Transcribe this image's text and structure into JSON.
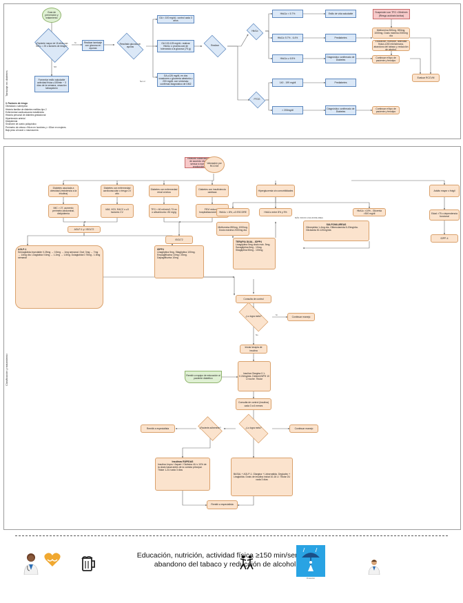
{
  "top": {
    "lane_title": "Tamizaje en diabetes",
    "start": "Guía de prevención y tratamiento",
    "q_age": "¿Paciente mayor de 18 años con IMC≥ = 25 o factores de riesgo?",
    "yes": "Sí",
    "no": "NO",
    "lifestyle": "Fomentar estilo saludable actividad física ≥150min ~ 3 días de la semana, cesación tabaquismo",
    "screen": "Realizar tamizaje con glucosa en ayunas",
    "q_result": "Resultado glucosa en ayunas",
    "r1": "GA < 100 mg/dL: control cada 3 años",
    "r2": "GA 100-125 mg/dL: realizar HbA1c o prueba oral de tolerancia a la glucosa (75 g)",
    "r3": "GA ≥126 mg/dL en dos ocasiones o glucemia aleatoria ≥ 200 mg/dL con síntomas: confirmar diagnóstico de DM2",
    "item2": "Ítem 2",
    "q_tests": "Realizar",
    "hba1c": "HbA1c",
    "ptog": "PTOG",
    "h1": "HbA1c < 5.7%",
    "h2": "HbA1c 5.7% - 6.4%",
    "h3": "HbA1c ≥ 6.5%",
    "p1": "140 - 199 mg/dl",
    "p2": "> 200mg/dl",
    "o1": "Estilo de vida saludable",
    "o2": "Prediabetes",
    "o3": "Diagnóstico confirmado de Diabetes",
    "o4": "Prediabetes",
    "o5": "Diagnóstico confirmado de Diabetes",
    "susp": "Suspender con TFG <30ml/min (Riesgo acidosis láctica)",
    "metf": "Metformina 500mg, 850mg, 1000mg. Dosis máxima 2000mg día",
    "edu": "Educación, nutrición, actividad física ≥150 min/semana, abandono del tabaco y reducción de alcohol.",
    "cont1": "Continuar el tipo de paciente y fenotipo",
    "cont2": "Continuar el tipo de paciente y fenotipo",
    "rcv": "Evaluar RCCVM",
    "risk_title": "3. Factores de riesgo",
    "risks": [
      "Obesidad o sobrepeso",
      "Historia familiar de diabetes mellitus tipo 2",
      "Enfermedad cardiovascular establecida",
      "Historia personal de diabetes gestacional",
      "Hipertensión arterial",
      "Dislipidemia",
      "Síndrome de ovario poliquístico",
      "Perímetro de cintura >94cm en hombres y > 80cm en mujeres",
      "Bajo peso al nacer o macrosomía"
    ]
  },
  "mid": {
    "lane_title": "Clasificación y tratamiento",
    "note": "Realizar clasificación de acuerdo nivel, sensor a nuevo producción",
    "start": "Valoración por RCCVM",
    "c1": "Diabetes asociada a obesidad (resistencia a la insulina)",
    "c2": "Diabetes con enfermedad cardiovascular o riesgo CV alto",
    "c3": "Diabetes con enfermedad renal crónica",
    "c4": "Diabetes con insuficiencia cardiaca",
    "c5": "Hiperglucemia sin comorbilidades",
    "c6": "Adulto mayor o frágil",
    "d1": "IMC > 27, aumento perímetro abdominal, dislipidemia",
    "d2": "IAM, HCV, EACC o ≥3 factores CV",
    "d3": "TFG < 60 ml/min/1.73 m² o albuminuria >30 mg/g",
    "d4": "FEVI reducida, hospitalizaciones previas",
    "e1": "HbA1c < 8%, ≥3 ESCORE",
    "e2": "HbA1c entre 8% y 9%",
    "e3": "HbA1c >10% - Glicemia >300 mg/dl",
    "e4": "Edad >75 o dependencia funcional",
    "metf": "Metformina 850mg, 1000mg. Dosis máxima 2000mg día",
    "sulfo_title": "SULFONILUREAS",
    "sulfo": "Glimepirida 1-4mg día. Glibenclamida 5-20mg/día. Gliclazida 30-120mg/día",
    "mas_sulfo": "MÁS: INICIO A SULFONILUREA",
    "glp": "AGLP-1 y / iSGLT2",
    "isglt": "iSGLT2",
    "dpp4": "IDPP-4",
    "aglp_title": "AGLP-1",
    "aglp": "Semaglutida inyectable 0.25mg → 0.5mg → 1mg semanal. Oral: 3mg → 7mg → 14mg día. Liraglutida 0.6mg → 1.2mg → 1.8mg. Dulaglutida 0.75mg - 1.5mg semanal",
    "idpp_title": "iDPP4",
    "idpp": "Linagliptina 5mg. Sitagliptina 100mg. Empagliflozina 10mg / 25mg. Dapagliflozina 10mg",
    "dual_title": "TERAPIA DUAL - IDPP4",
    "dual": "Linagliptina 5mg dosis máx. 5mg. Saxagliptina 5mg - 10mg. Sitagliptina 50mg - 100mg",
    "ctrl1": "Consulta de control",
    "q_meta1": "¿Lo logra meta?",
    "yes": "Sí",
    "no": "No",
    "keep1": "Continuar manejo",
    "insulin": "Iniciar terapia de insulina",
    "basal": "Insulina Glargina 0.1-0.2U/kg/día. Detemir/NPH 10 U noche. Titular",
    "educ": "Remitir a equipo de educación al paciente diabético",
    "ctrl2": "Consulta de control (insulina) cada 3 a 6 meses",
    "q_meta2": "¿Lo logra meta?",
    "keep2": "Continuar manejo",
    "q_adh": "¿Paciente adherente?",
    "refer1": "Remitir a especialista",
    "bolus_title": "Insulinas RÁPIDAS",
    "bolus": "Insulina Lispro / Aspart / Glulisina 4U o 10% de la dosis basal antes de la comida principal. Titular 1-2U cada 3 días",
    "basal_plus": "BASAL + AGLP-1. Glargina + Lixisenatida. Degludec + Liraglutida. Dosis de insulina inicial 10-16 U. Titular 2U cada 3 días",
    "refer2": "Remitir a especialista"
  },
  "footer": {
    "text": "Educación, nutrición, actividad física ≥150 min/semana, abandono del tabaco y reducción de alcohol.",
    "umbrella_caption": "Protección"
  },
  "colors": {
    "blue_fill": "#dbe8f7",
    "blue_border": "#5b86bd",
    "orange_fill": "#fbe3cd",
    "orange_border": "#d9a06a",
    "red_fill": "#f7c9c9",
    "green_fill": "#dff0d3",
    "umbrella_bg": "#29a3e3"
  }
}
